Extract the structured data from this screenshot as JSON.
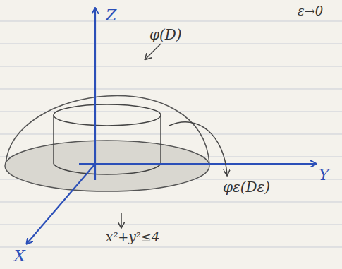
{
  "diagram": {
    "labels": [
      "ε→0",
      "Z",
      "φ(D)",
      "Y",
      "φε(Dε)",
      "x²+y²≤4",
      "X"
    ]
  }
}
